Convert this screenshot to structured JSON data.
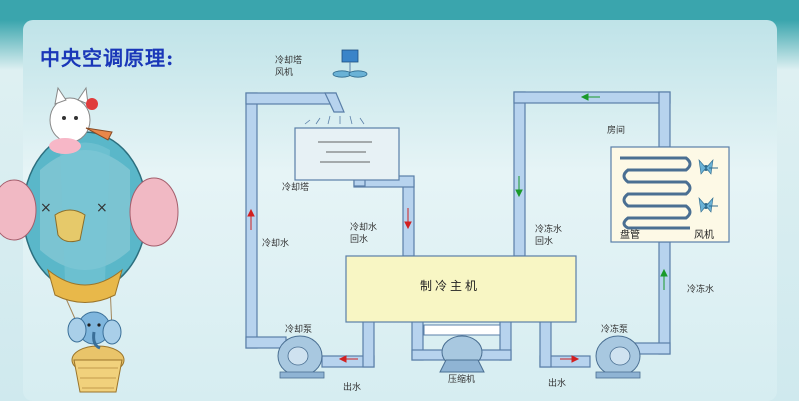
{
  "title": "中央空调原理:",
  "labels": {
    "tower_fan_l1": "冷却塔",
    "tower_fan_l2": "风机",
    "cooling_tower": "冷却塔",
    "cooling_water": "冷却水",
    "cooling_return_l1": "冷却水",
    "cooling_return_l2": "回水",
    "chilled_return_l1": "冷冻水",
    "chilled_return_l2": "回水",
    "chiller": "制冷主机",
    "room": "房间",
    "coil": "盘管",
    "fan": "风机",
    "chilled_water": "冷冻水",
    "cooling_pump": "冷却泵",
    "chilled_pump": "冷冻泵",
    "outlet_left": "出水",
    "outlet_right": "出水",
    "compressor": "压缩机"
  },
  "colors": {
    "pipe": "#b7d3ee",
    "pipe_border": "#5a7fa8",
    "chiller_fill": "#f8f6c4",
    "arrow_red": "#d22020",
    "arrow_green": "#1a9a2a",
    "title": "#1a37b8",
    "coil_fill": "#fdf9e6",
    "pump": "#a8c8e0"
  },
  "icons": [
    "fan-icon",
    "balloon-elephant-illustration",
    "cat-illustration",
    "elephant-illustration"
  ]
}
